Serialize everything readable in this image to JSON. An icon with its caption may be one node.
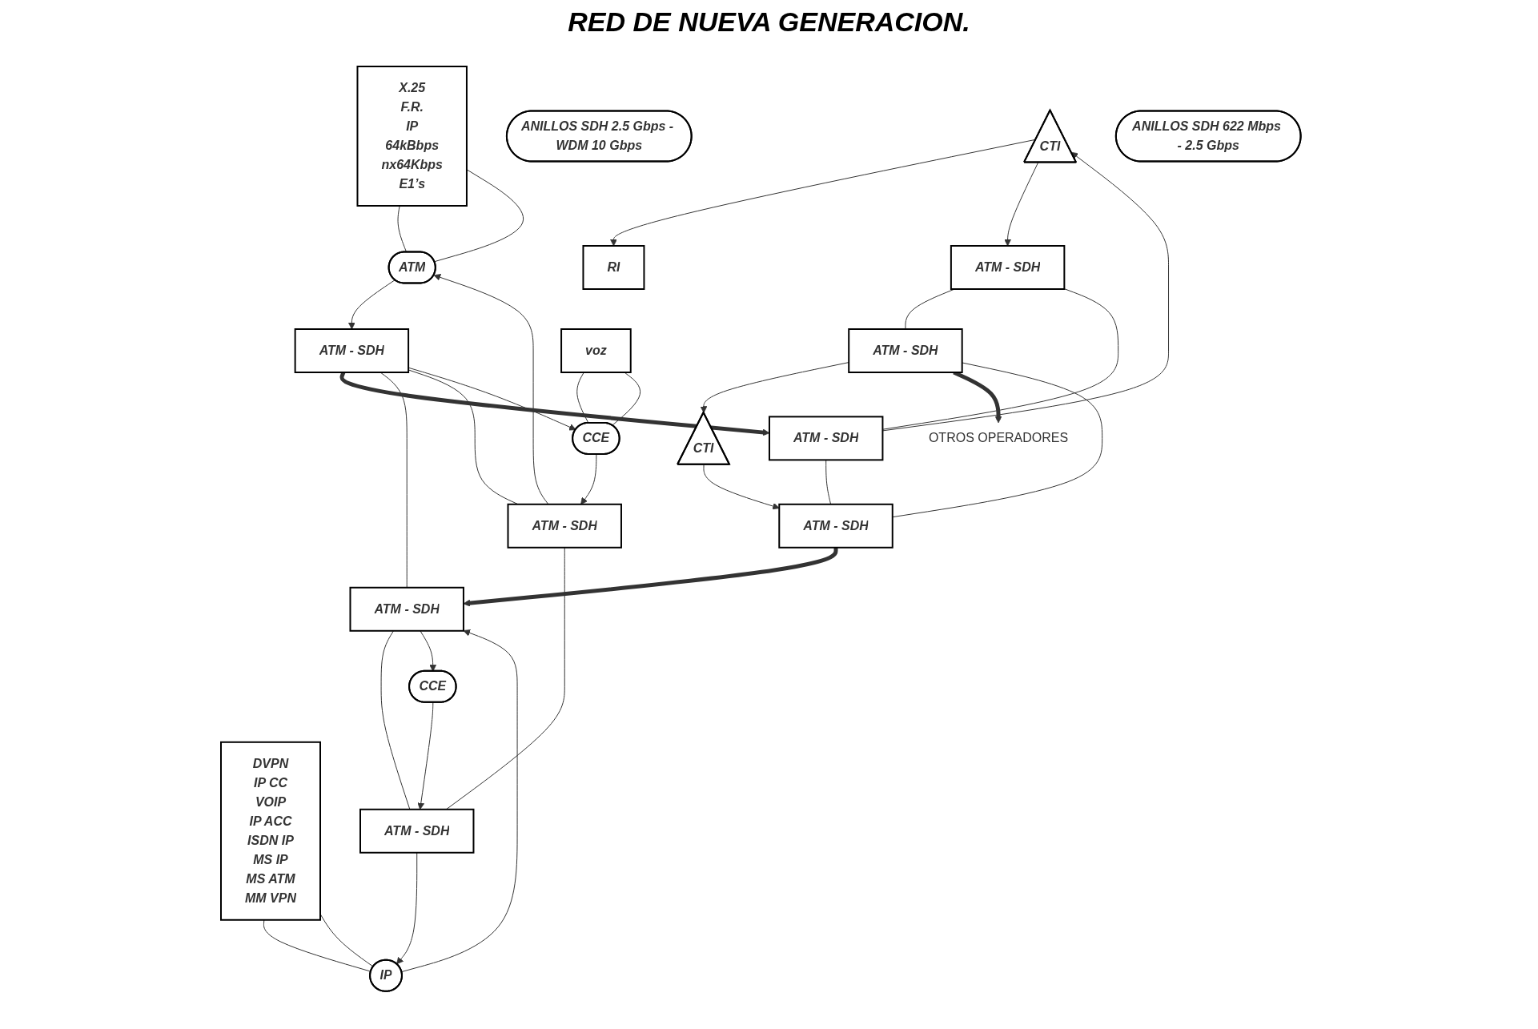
{
  "diagram": {
    "title": "RED DE NUEVA GENERACION.",
    "nodes": [
      {
        "text": [
          "RI"
        ]
      },
      {
        "text": [
          "CTI"
        ]
      },
      {
        "text": [
          "ATM - SDH"
        ]
      },
      {
        "text": [
          "ATM - SDH"
        ]
      },
      {
        "text": [
          "CTI"
        ]
      },
      {
        "text": [
          "ANILLOS SDH 2.5 Gbps - WDM 10 Gbps"
        ]
      },
      {
        "text": [
          "ATM - SDH"
        ]
      },
      {
        "text": [
          "ATM - SDH"
        ]
      },
      {
        "text": [
          "OTROS OPERADORES"
        ]
      },
      {
        "text": [
          "X.25",
          "F.R.",
          "IP",
          "64kBbps",
          "nx64Kbps",
          "E1’s"
        ]
      },
      {
        "text": [
          "ATM"
        ]
      },
      {
        "text": [
          "ATM - SDH"
        ]
      },
      {
        "text": [
          "ATM - SDH"
        ]
      },
      {
        "text": [
          "IP"
        ]
      },
      {
        "text": [
          "DVPN",
          "IP CC",
          "VOIP",
          "IP ACC",
          "ISDN IP",
          "MS IP",
          "MS ATM",
          "MM VPN"
        ]
      },
      {
        "text": [
          "ANILLOS SDH 622 Mbps - 2.5 Gbps"
        ]
      },
      {
        "text": [
          "voz"
        ]
      },
      {
        "text": [
          "CCE"
        ]
      },
      {
        "text": [
          "ATM - SDH"
        ]
      },
      {
        "text": [
          "ATM - SDH"
        ]
      },
      {
        "text": [
          "CCE"
        ]
      }
    ],
    "edges": [
      {
        "from": 1,
        "to": 0,
        "arrow": "to"
      },
      {
        "from": 1,
        "to": 2,
        "arrow": "to"
      },
      {
        "from": 6,
        "to": 1,
        "arrow": "to"
      },
      {
        "from": 3,
        "to": 4,
        "arrow": "to"
      },
      {
        "from": 4,
        "to": 7,
        "arrow": "to"
      },
      {
        "from": 3,
        "to": 8,
        "arrow": "to",
        "style": "thick"
      },
      {
        "from": 2,
        "to": 3,
        "arrow": "none"
      },
      {
        "from": 2,
        "to": 6,
        "arrow": "none"
      },
      {
        "from": 3,
        "to": 7,
        "arrow": "none"
      },
      {
        "from": 6,
        "to": 7,
        "arrow": "none"
      },
      {
        "from": 11,
        "to": 6,
        "arrow": "to",
        "style": "thick"
      },
      {
        "from": 7,
        "to": 12,
        "arrow": "to",
        "style": "thick"
      },
      {
        "from": 9,
        "to": 10,
        "arrow": "none"
      },
      {
        "from": 9,
        "to": 10,
        "arrow": "none"
      },
      {
        "from": 10,
        "to": 11,
        "arrow": "to"
      },
      {
        "from": 13,
        "to": 12,
        "arrow": "to"
      },
      {
        "from": 14,
        "to": 13,
        "arrow": "none"
      },
      {
        "from": 14,
        "to": 13,
        "arrow": "none"
      },
      {
        "from": 11,
        "to": 12,
        "arrow": "none"
      },
      {
        "from": 11,
        "to": 18,
        "arrow": "none"
      },
      {
        "from": 12,
        "to": 19,
        "arrow": "none"
      },
      {
        "from": 18,
        "to": 19,
        "arrow": "none"
      },
      {
        "from": 11,
        "to": 17,
        "arrow": "to"
      },
      {
        "from": 18,
        "to": 10,
        "arrow": "to"
      },
      {
        "from": 16,
        "to": 17,
        "arrow": "none"
      },
      {
        "from": 16,
        "to": 17,
        "arrow": "none"
      },
      {
        "from": 17,
        "to": 18,
        "arrow": "to"
      },
      {
        "from": 19,
        "to": 13,
        "arrow": "to"
      },
      {
        "from": 12,
        "to": 20,
        "arrow": "to"
      },
      {
        "from": 20,
        "to": 19,
        "arrow": "to"
      }
    ]
  }
}
